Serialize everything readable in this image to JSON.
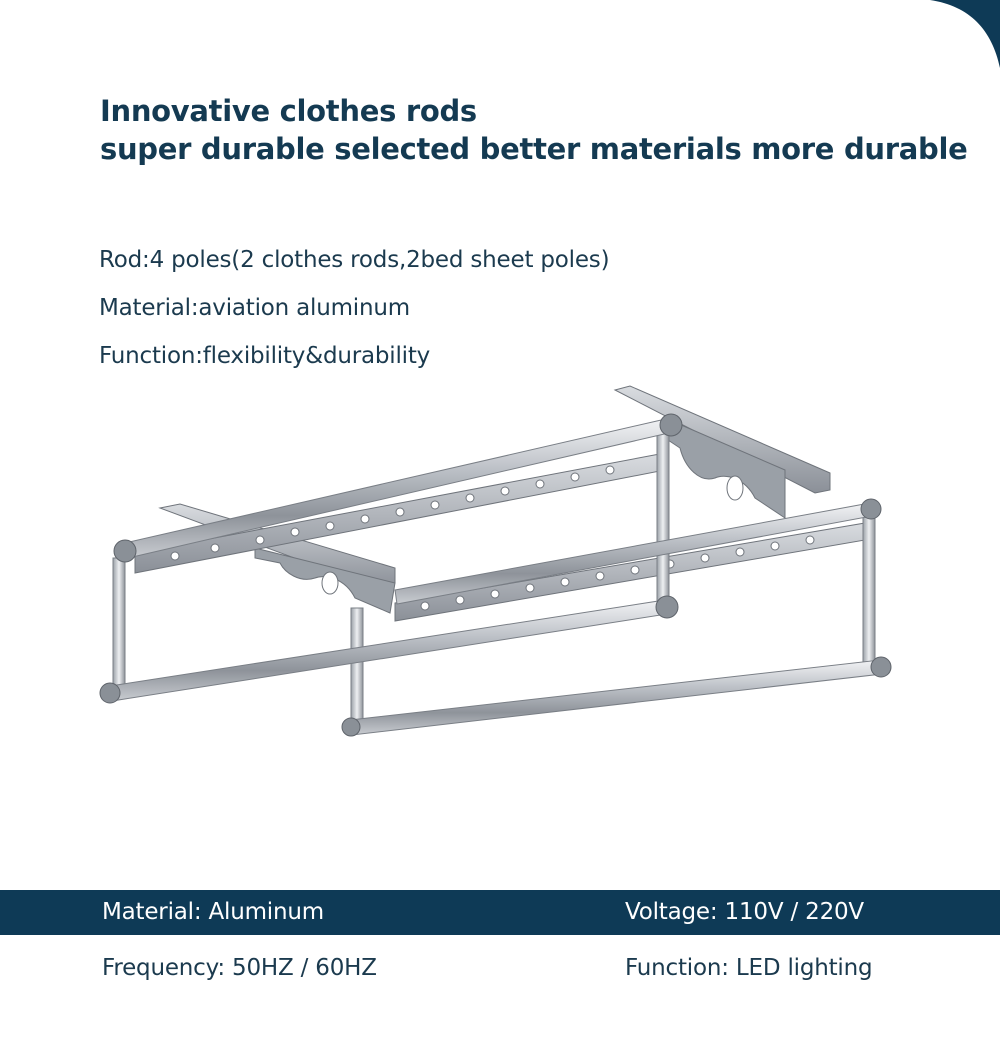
{
  "headline": {
    "line1": "Innovative clothes rods",
    "line2": "super durable selected better materials more durable"
  },
  "specs": [
    "Rod:4 poles(2 clothes rods,2bed sheet poles)",
    "Material:aviation aluminum",
    "Function:flexibility&durability"
  ],
  "product_image": {
    "subject": "ceiling-mounted aluminum clothes drying rack"
  },
  "spec_table": {
    "row1": {
      "left": "Material: Aluminum",
      "right": "Voltage: 110V / 220V"
    },
    "row2": {
      "left": "Frequency: 50HZ / 60HZ",
      "right": "Function: LED lighting"
    }
  },
  "colors": {
    "navy": "#0e3a56",
    "heading_text": "#143a52",
    "body_text": "#1b3a4e",
    "background": "#ffffff"
  }
}
